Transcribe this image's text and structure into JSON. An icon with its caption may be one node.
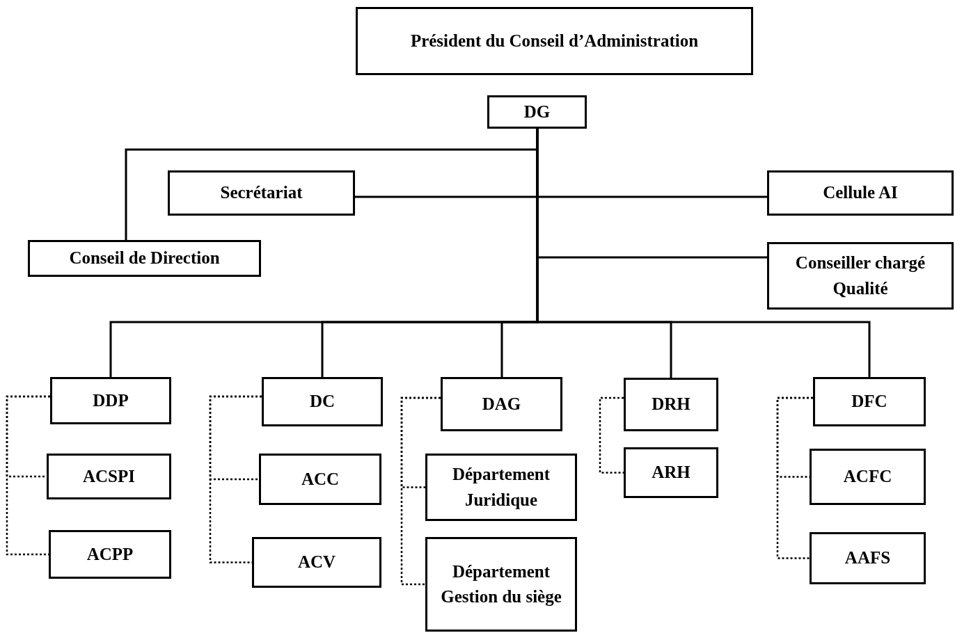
{
  "diagram": {
    "nodes": [
      {
        "text": [
          "Président du Conseil d’Administration"
        ]
      },
      {
        "text": [
          "DG"
        ]
      },
      {
        "text": [
          "Secrétariat"
        ]
      },
      {
        "text": [
          "Cellule AI"
        ]
      },
      {
        "text": [
          "Conseil de Direction"
        ]
      },
      {
        "text": [
          "Conseiller chargé Qualité"
        ]
      },
      {
        "text": [
          "DDP"
        ]
      },
      {
        "text": [
          "ACSPI"
        ]
      },
      {
        "text": [
          "ACPP"
        ]
      },
      {
        "text": [
          "DC"
        ]
      },
      {
        "text": [
          "ACC"
        ]
      },
      {
        "text": [
          "ACV"
        ]
      },
      {
        "text": [
          "DAG"
        ]
      },
      {
        "text": [
          "Département Juridique"
        ]
      },
      {
        "text": [
          "Département Gestion du siège"
        ]
      },
      {
        "text": [
          "DRH"
        ]
      },
      {
        "text": [
          "ARH"
        ]
      },
      {
        "text": [
          "DFC"
        ]
      },
      {
        "text": [
          "ACFC"
        ]
      },
      {
        "text": [
          "AAFS"
        ]
      }
    ],
    "edges": [
      {
        "from": 1,
        "to": 4,
        "arrow": "none"
      },
      {
        "from": 1,
        "to": 2,
        "arrow": "none"
      },
      {
        "from": 1,
        "to": 3,
        "arrow": "none"
      },
      {
        "from": 1,
        "to": 5,
        "arrow": "none"
      },
      {
        "from": 1,
        "to": 6,
        "arrow": "none"
      },
      {
        "from": 1,
        "to": 9,
        "arrow": "none"
      },
      {
        "from": 1,
        "to": 12,
        "arrow": "none"
      },
      {
        "from": 1,
        "to": 15,
        "arrow": "none"
      },
      {
        "from": 1,
        "to": 17,
        "arrow": "none"
      },
      {
        "from": 6,
        "to": 7,
        "arrow": "none",
        "style": "dashed"
      },
      {
        "from": 6,
        "to": 8,
        "arrow": "none",
        "style": "dashed"
      },
      {
        "from": 9,
        "to": 10,
        "arrow": "none",
        "style": "dashed"
      },
      {
        "from": 9,
        "to": 11,
        "arrow": "none",
        "style": "dashed"
      },
      {
        "from": 12,
        "to": 13,
        "arrow": "none",
        "style": "dashed"
      },
      {
        "from": 12,
        "to": 14,
        "arrow": "none",
        "style": "dashed"
      },
      {
        "from": 15,
        "to": 16,
        "arrow": "none",
        "style": "dashed"
      },
      {
        "from": 17,
        "to": 18,
        "arrow": "none",
        "style": "dashed"
      },
      {
        "from": 17,
        "to": 19,
        "arrow": "none",
        "style": "dashed"
      }
    ]
  }
}
